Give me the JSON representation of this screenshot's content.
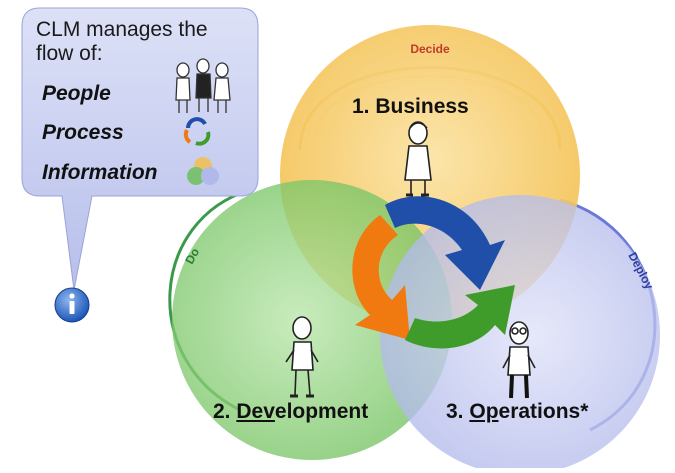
{
  "callout": {
    "headline_line1": "CLM manages the",
    "headline_line2": "flow of:",
    "items": [
      {
        "label": "People",
        "icon": "people-icon"
      },
      {
        "label": "Process",
        "icon": "cycle-arrows-icon"
      },
      {
        "label": "Information",
        "icon": "overlapping-circles-icon"
      }
    ],
    "info_icon": "info-icon"
  },
  "circles": {
    "business": {
      "number": "1.",
      "label": "Business",
      "arc_label": "Decide",
      "color": "#f6c55a"
    },
    "development": {
      "number": "2.",
      "label_underlined": "Dev",
      "label_rest": "elopment",
      "arc_label": "Do",
      "color": "#7cc86c"
    },
    "operations": {
      "number": "3.",
      "label_underlined": "Op",
      "label_rest": "erations*",
      "arc_label": "Deploy",
      "color": "#b9c0ee"
    }
  },
  "colors": {
    "callout_fill": "#c7cdf0",
    "arrow_blue": "#1f4fa8",
    "arrow_orange": "#f07a10",
    "arrow_green": "#3f9c2a",
    "arc_business": "#e9b53a",
    "arc_development": "#3a9a4a",
    "arc_operations": "#6a78d6"
  }
}
